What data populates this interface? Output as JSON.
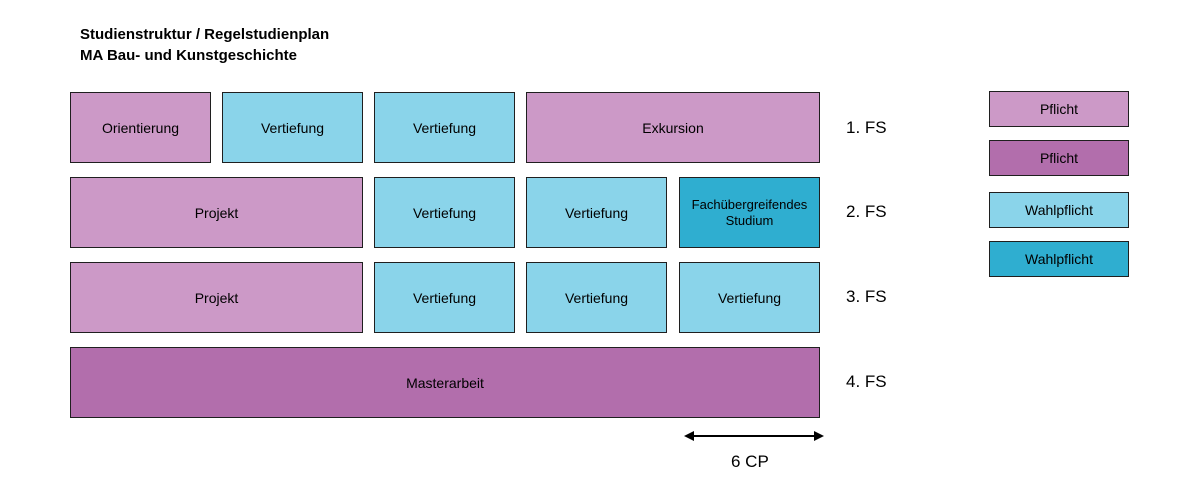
{
  "title": {
    "line1": "Studienstruktur / Regelstudienplan",
    "line2": "MA Bau- und Kunstgeschichte"
  },
  "semesters": [
    {
      "label": "1. FS",
      "modules": [
        {
          "label": "Orientierung",
          "type": "Pflicht"
        },
        {
          "label": "Vertiefung",
          "type": "Wahlpflicht"
        },
        {
          "label": "Vertiefung",
          "type": "Wahlpflicht"
        },
        {
          "label": "Exkursion",
          "type": "Pflicht"
        }
      ]
    },
    {
      "label": "2. FS",
      "modules": [
        {
          "label": "Projekt",
          "type": "Pflicht"
        },
        {
          "label": "Vertiefung",
          "type": "Wahlpflicht"
        },
        {
          "label": "Vertiefung",
          "type": "Wahlpflicht"
        },
        {
          "label_line1": "Fachübergreifendes",
          "label_line2": "Studium",
          "type": "Wahlpflicht"
        }
      ]
    },
    {
      "label": "3. FS",
      "modules": [
        {
          "label": "Projekt",
          "type": "Pflicht"
        },
        {
          "label": "Vertiefung",
          "type": "Wahlpflicht"
        },
        {
          "label": "Vertiefung",
          "type": "Wahlpflicht"
        },
        {
          "label": "Vertiefung",
          "type": "Wahlpflicht"
        }
      ]
    },
    {
      "label": "4. FS",
      "modules": [
        {
          "label": "Masterarbeit",
          "type": "Pflicht"
        }
      ]
    }
  ],
  "legend": [
    {
      "label": "Pflicht",
      "color": "#cc99c7"
    },
    {
      "label": "Pflicht",
      "color": "#b26eac"
    },
    {
      "label": "Wahlpflicht",
      "color": "#8ad4ea"
    },
    {
      "label": "Wahlpflicht",
      "color": "#2faed0"
    }
  ],
  "scale": {
    "label": "6 CP"
  }
}
